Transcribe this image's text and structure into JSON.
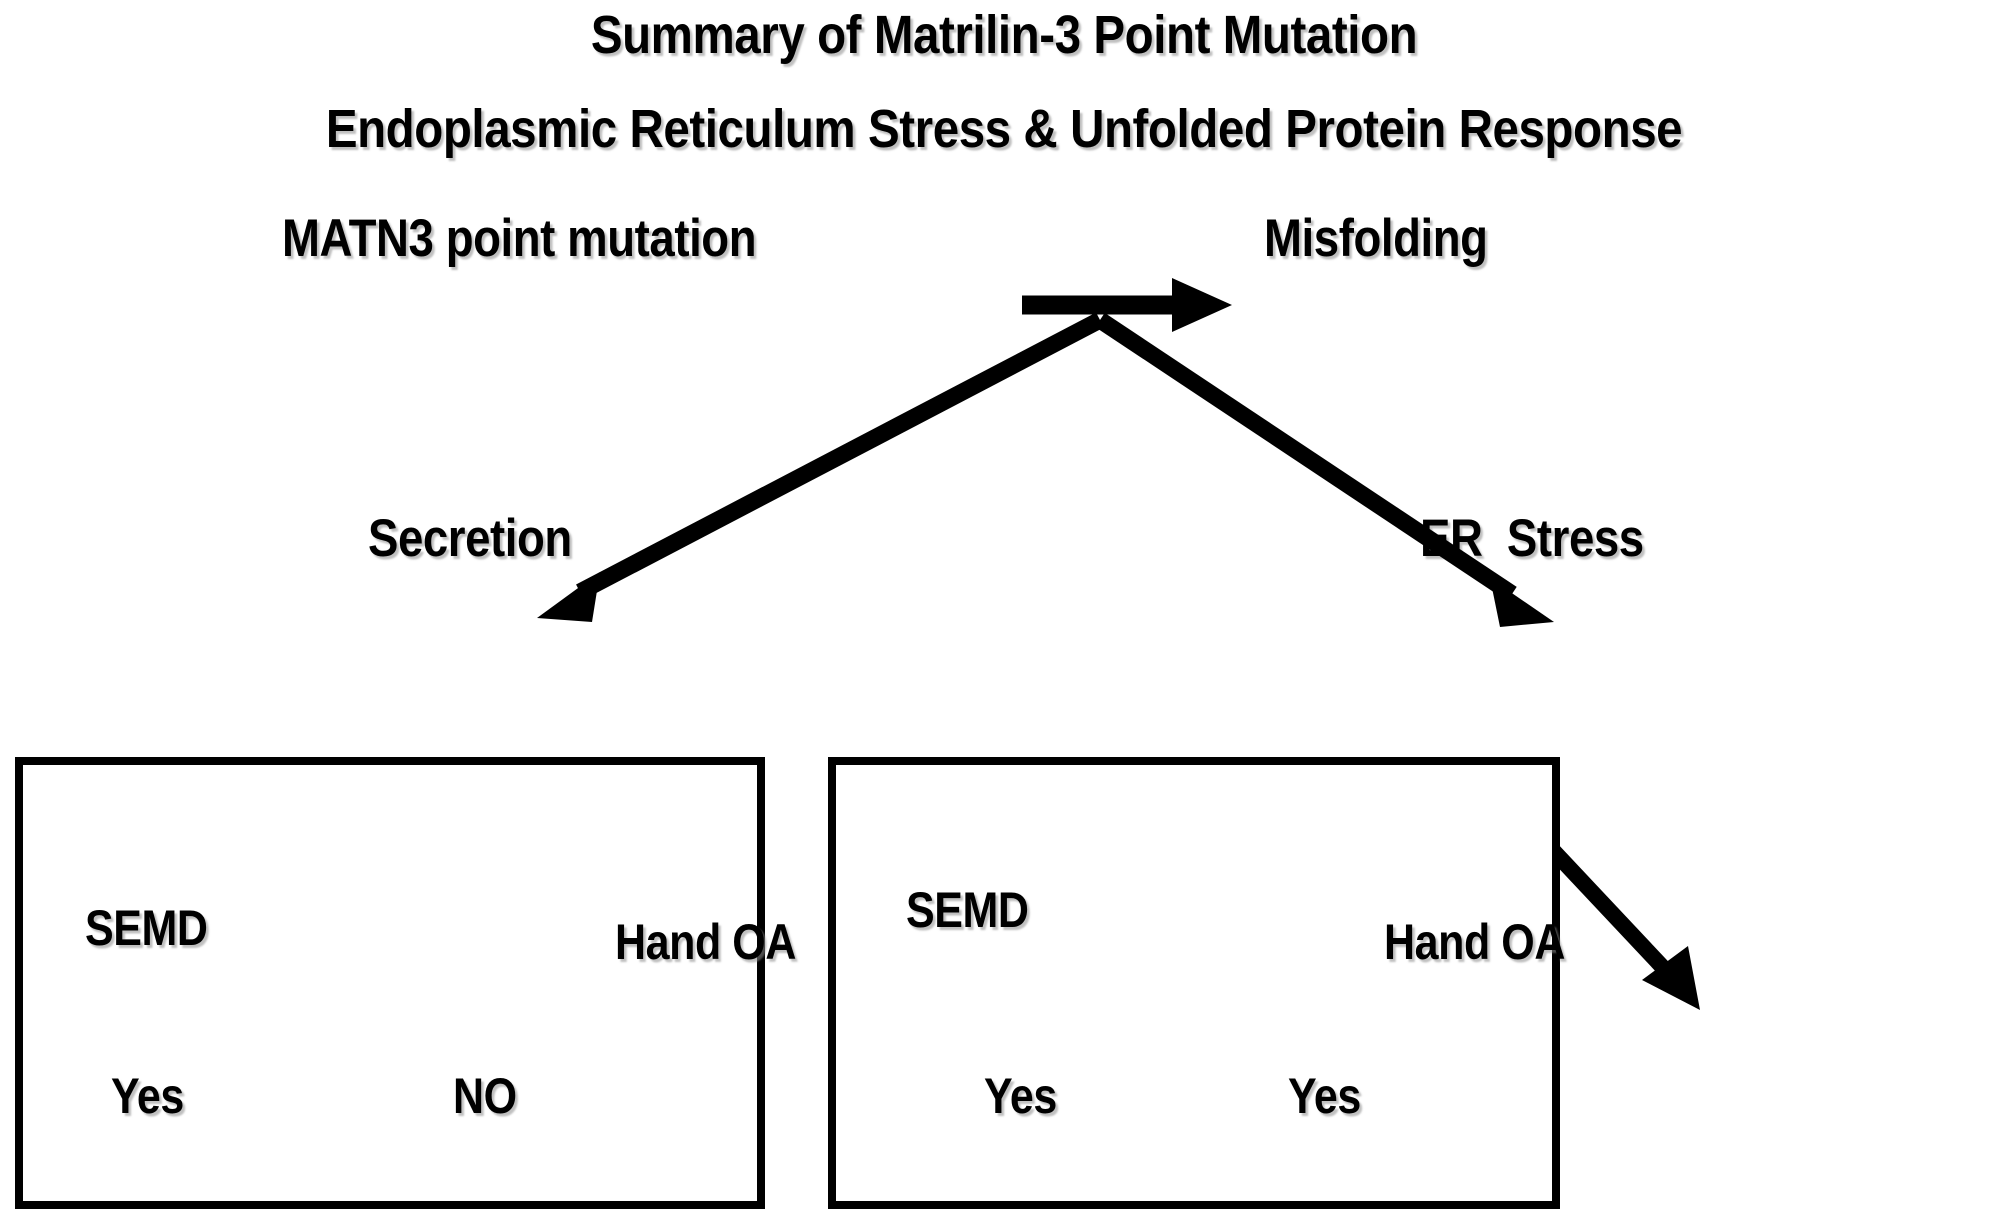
{
  "figure": {
    "type": "flowchart",
    "background_color": "#ffffff",
    "ink_color": "#000000",
    "title_line1": "Summary of Matrilin-3 Point Mutation",
    "title_line2": "Endoplasmic Reticulum Stress & Unfolded Protein Response"
  },
  "flow": {
    "source_node": "MATN3 point mutation",
    "target_node": "Misfolding",
    "branch_left_label": "Secretion",
    "branch_right_label": "ER  Stress"
  },
  "panels": [
    {
      "id": "secretion-panel",
      "heading": "Secretion",
      "rows": [
        {
          "condition": "SEMD",
          "answer": "Yes"
        },
        {
          "condition": "Hand OA",
          "answer": "NO"
        }
      ]
    },
    {
      "id": "er-stress-panel",
      "heading": "ER  Stress",
      "rows": [
        {
          "condition": "SEMD",
          "answer": "Yes"
        },
        {
          "condition": "Hand OA",
          "answer": "Yes"
        }
      ]
    }
  ],
  "icons": {
    "arrow_right": "arrow-right-icon",
    "arrow_down_left": "arrow-down-left-icon",
    "arrow_down_right": "arrow-down-right-icon"
  }
}
